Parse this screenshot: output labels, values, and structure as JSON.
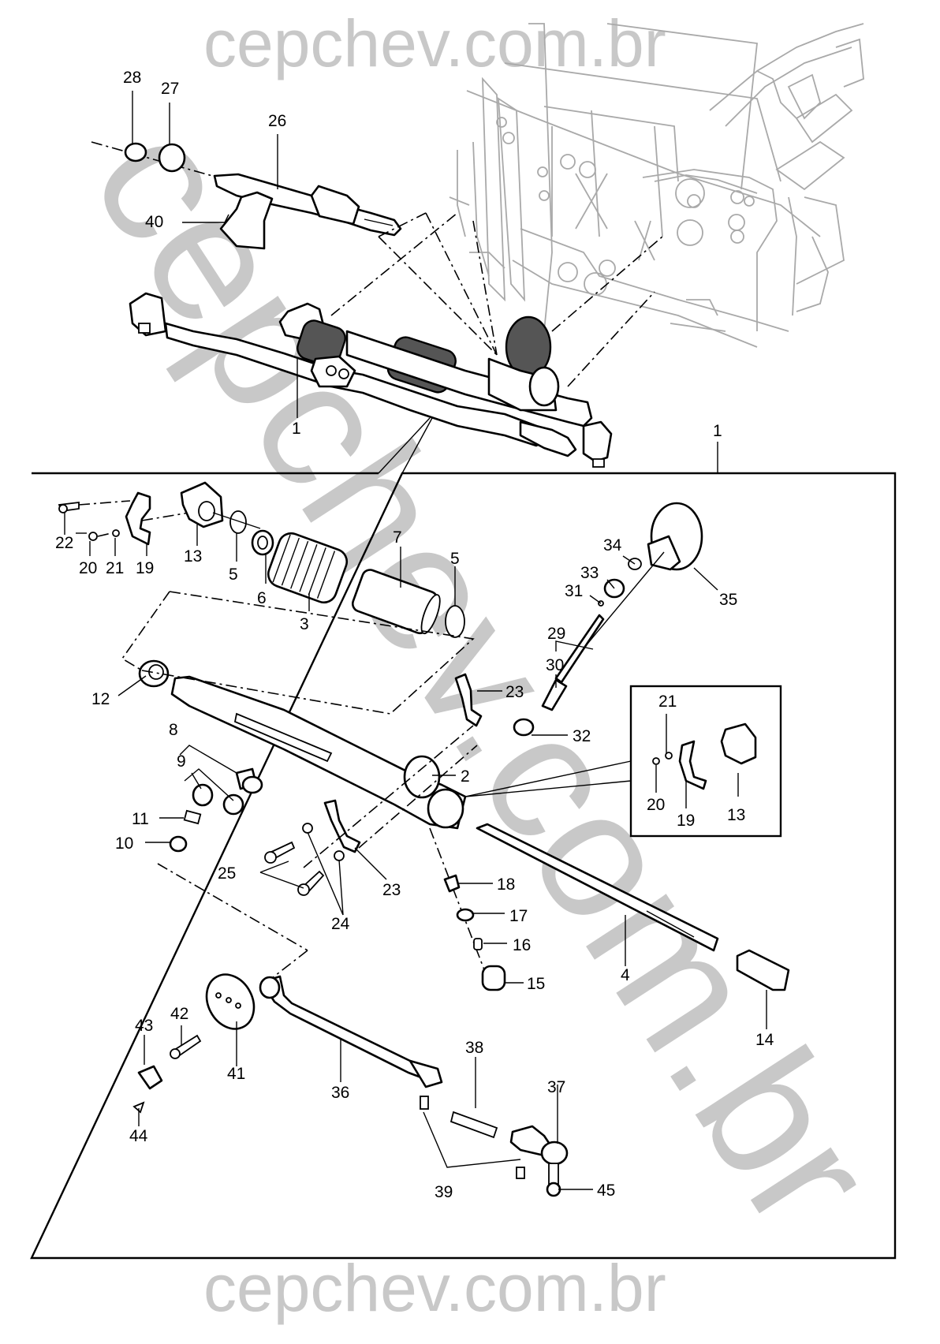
{
  "watermarks": {
    "top": "cepchev.com.br",
    "diagonal": "cepchev.com.br",
    "bottom": "cepchev.com.br"
  },
  "colors": {
    "watermark": "#c8c8c8",
    "ghost_body": "#a9a9a9",
    "ink": "#000000"
  },
  "callouts": {
    "top_assembly": [
      {
        "id": "28",
        "label": "28"
      },
      {
        "id": "27",
        "label": "27"
      },
      {
        "id": "26",
        "label": "26"
      },
      {
        "id": "40",
        "label": "40"
      },
      {
        "id": "1a",
        "label": "1"
      },
      {
        "id": "1b",
        "label": "1"
      }
    ],
    "exploded": [
      {
        "id": "22",
        "label": "22"
      },
      {
        "id": "20",
        "label": "20"
      },
      {
        "id": "21",
        "label": "21"
      },
      {
        "id": "19",
        "label": "19"
      },
      {
        "id": "13",
        "label": "13"
      },
      {
        "id": "5a",
        "label": "5"
      },
      {
        "id": "6",
        "label": "6"
      },
      {
        "id": "3",
        "label": "3"
      },
      {
        "id": "7",
        "label": "7"
      },
      {
        "id": "5b",
        "label": "5"
      },
      {
        "id": "34",
        "label": "34"
      },
      {
        "id": "35",
        "label": "35"
      },
      {
        "id": "33",
        "label": "33"
      },
      {
        "id": "31",
        "label": "31"
      },
      {
        "id": "29",
        "label": "29"
      },
      {
        "id": "30",
        "label": "30"
      },
      {
        "id": "12",
        "label": "12"
      },
      {
        "id": "23a",
        "label": "23"
      },
      {
        "id": "32",
        "label": "32"
      },
      {
        "id": "8",
        "label": "8"
      },
      {
        "id": "9",
        "label": "9"
      },
      {
        "id": "2",
        "label": "2"
      },
      {
        "id": "11",
        "label": "11"
      },
      {
        "id": "10",
        "label": "10"
      },
      {
        "id": "25",
        "label": "25"
      },
      {
        "id": "23b",
        "label": "23"
      },
      {
        "id": "24",
        "label": "24"
      },
      {
        "id": "18",
        "label": "18"
      },
      {
        "id": "17",
        "label": "17"
      },
      {
        "id": "16",
        "label": "16"
      },
      {
        "id": "15",
        "label": "15"
      },
      {
        "id": "4",
        "label": "4"
      },
      {
        "id": "14",
        "label": "14"
      },
      {
        "id": "43",
        "label": "43"
      },
      {
        "id": "42",
        "label": "42"
      },
      {
        "id": "41",
        "label": "41"
      },
      {
        "id": "44",
        "label": "44"
      },
      {
        "id": "36",
        "label": "36"
      },
      {
        "id": "38",
        "label": "38"
      },
      {
        "id": "37",
        "label": "37"
      },
      {
        "id": "39",
        "label": "39"
      },
      {
        "id": "45",
        "label": "45"
      }
    ],
    "inset": [
      {
        "id": "i21",
        "label": "21"
      },
      {
        "id": "i20",
        "label": "20"
      },
      {
        "id": "i19",
        "label": "19"
      },
      {
        "id": "i13",
        "label": "13"
      }
    ]
  }
}
